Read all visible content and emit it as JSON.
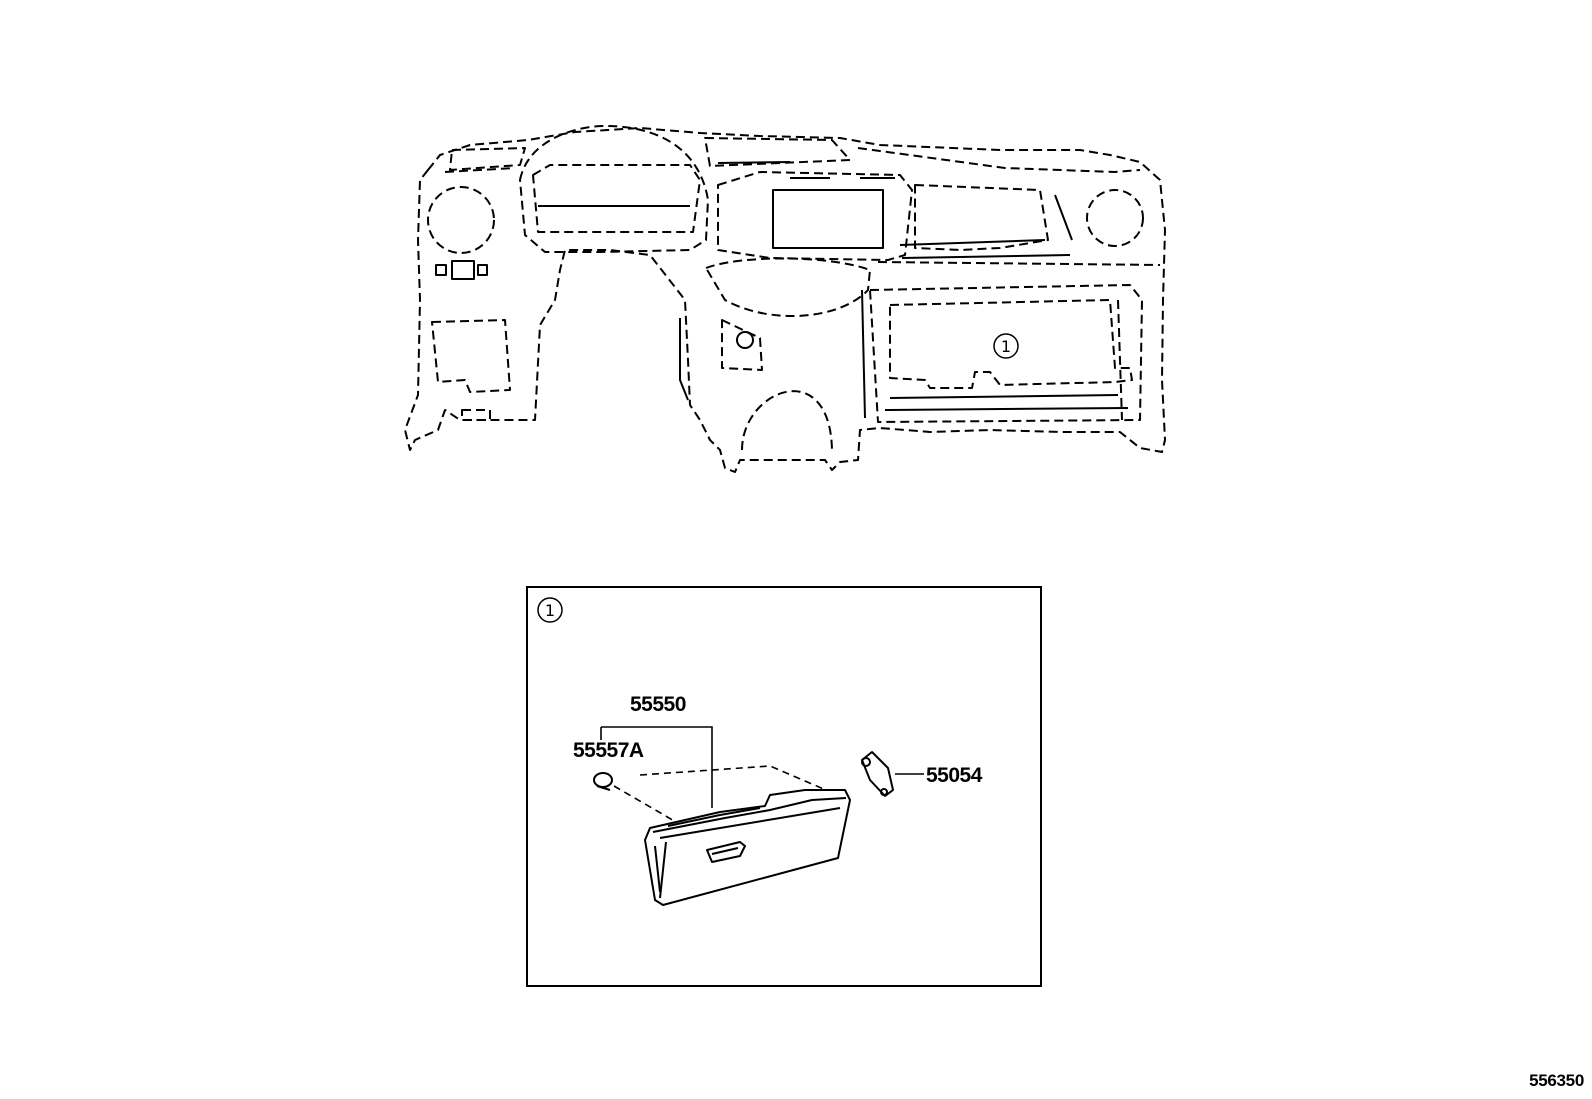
{
  "callouts": {
    "ref_marker": "1",
    "inset_marker": "1"
  },
  "parts": [
    {
      "id": "glove-box",
      "number": "55550"
    },
    {
      "id": "stopper",
      "number": "55557A"
    },
    {
      "id": "lock",
      "number": "55054"
    }
  ],
  "diagram_id": "556350"
}
